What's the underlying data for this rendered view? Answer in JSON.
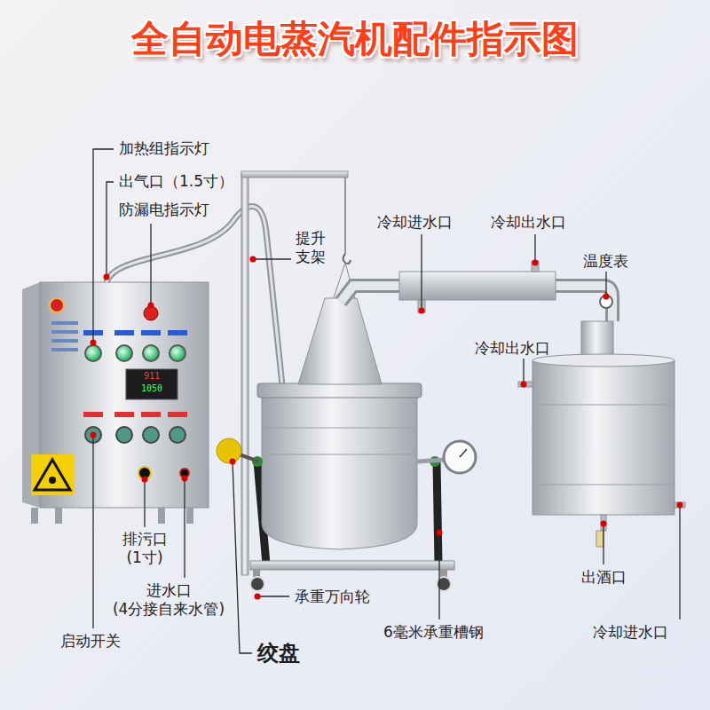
{
  "diagram": {
    "title": "全自动电蒸汽机配件指示图",
    "labels": [
      "加热组指示灯",
      "出气口（1.5寸）",
      "防漏电指示灯",
      "提升 支架",
      "冷却进水口",
      "冷却出水口",
      "温度表",
      "冷却出水口",
      "出酒口",
      "冷却进水口",
      "排污口 (1寸)",
      "进水口 (4分接自来水管)",
      "启动开关",
      "承重万向轮",
      "绞盘",
      "6毫米承重槽钢",
      "911",
      "1050"
    ]
  }
}
